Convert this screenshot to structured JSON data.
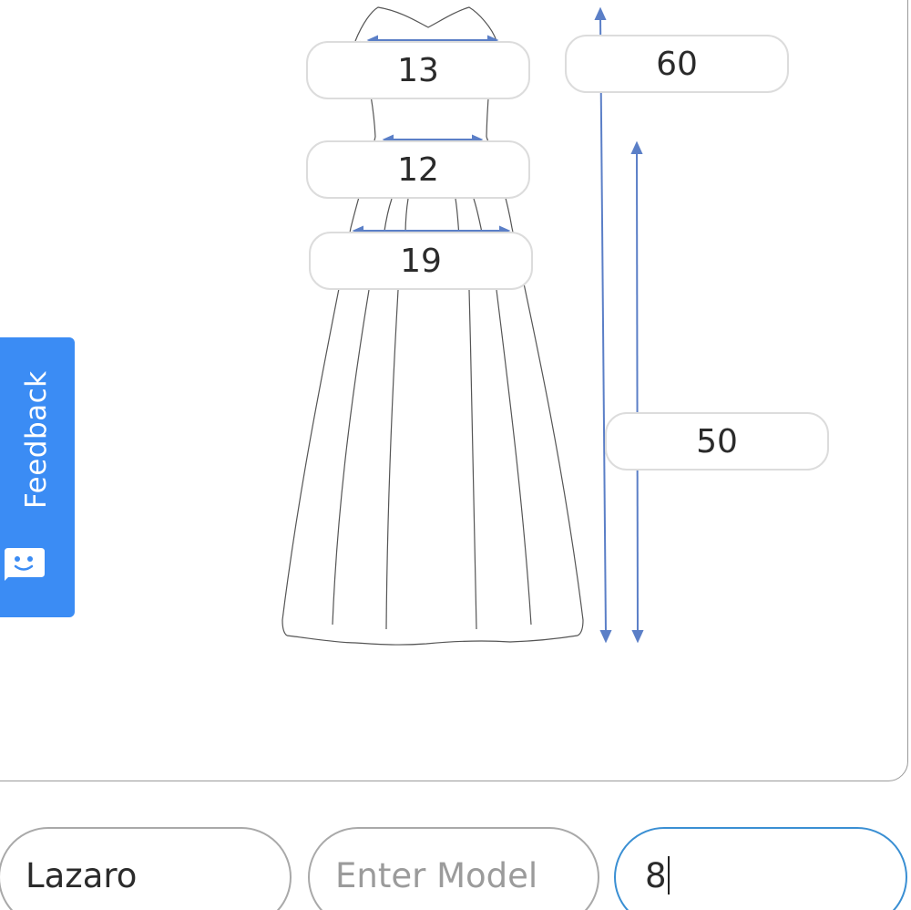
{
  "measurements": {
    "bust": "13",
    "waist": "12",
    "hip": "19",
    "total_length": "60",
    "skirt_length": "50"
  },
  "feedback": {
    "label": "Feedback",
    "icon": "smiley-chat-icon"
  },
  "form": {
    "name_value": "Lazaro",
    "model_placeholder": "Enter Model",
    "model_value": "",
    "size_value": "8"
  },
  "colors": {
    "accent": "#3b8cf4",
    "arrow": "#5b7fc7",
    "focus_border": "#3a8fd3"
  }
}
